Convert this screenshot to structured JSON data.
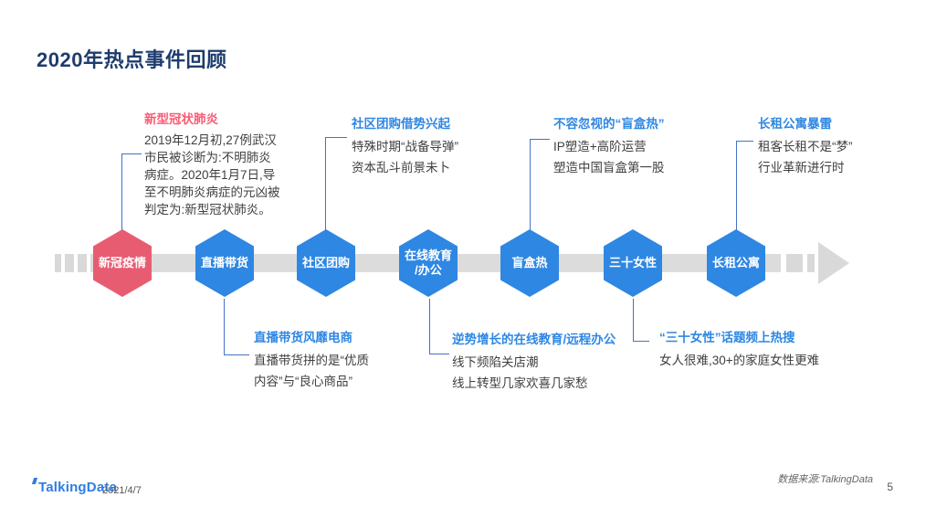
{
  "page": {
    "title": "2020年热点事件回顾"
  },
  "colors": {
    "title_navy": "#1F3C6E",
    "hex_red": "#E85C72",
    "hex_blue": "#2E87E2",
    "annotation_red": "#F85C74",
    "annotation_blue": "#2E87E2",
    "timeline_gray": "#dcdcdc",
    "connector_blue": "#4472C4"
  },
  "timeline": {
    "nodes": [
      {
        "label": "新冠疫情",
        "color": "#E85C72"
      },
      {
        "label": "直播带货",
        "color": "#2E87E2"
      },
      {
        "label": "社区团购",
        "color": "#2E87E2"
      },
      {
        "label": "在线教育\n/办公",
        "color": "#2E87E2"
      },
      {
        "label": "盲盒热",
        "color": "#2E87E2"
      },
      {
        "label": "三十女性",
        "color": "#2E87E2"
      },
      {
        "label": "长租公寓",
        "color": "#2E87E2"
      }
    ]
  },
  "annotations": {
    "top": [
      {
        "title": "新型冠状肺炎",
        "lines": [
          "2019年12月初,27例武汉",
          "市民被诊断为:不明肺炎",
          "病症。2020年1月7日,导",
          "至不明肺炎病症的元凶被",
          "判定为:新型冠状肺炎。"
        ]
      },
      {
        "title": "社区团购借势兴起",
        "lines": [
          "特殊时期“战备导弹”",
          "资本乱斗前景未卜"
        ]
      },
      {
        "title": "不容忽视的“盲盒热”",
        "lines": [
          "IP塑造+高阶运营",
          "塑造中国盲盒第一股"
        ]
      },
      {
        "title": "长租公寓暴雷",
        "lines": [
          "租客长租不是“梦”",
          "行业革新进行时"
        ]
      }
    ],
    "bottom": [
      {
        "title": "直播带货风靡电商",
        "lines": [
          "直播带货拼的是“优质",
          "内容”与“良心商品”"
        ]
      },
      {
        "title": "逆势增长的在线教育/远程办公",
        "lines": [
          "线下频陷关店潮",
          "线上转型几家欢喜几家愁"
        ]
      },
      {
        "title": "“三十女性”话题频上热搜",
        "lines": [
          "女人很难,30+的家庭女性更难"
        ]
      }
    ]
  },
  "footer": {
    "logo": "TalkingData",
    "date": "2021/4/7",
    "source": "数据来源:TalkingData",
    "page_number": "5"
  }
}
